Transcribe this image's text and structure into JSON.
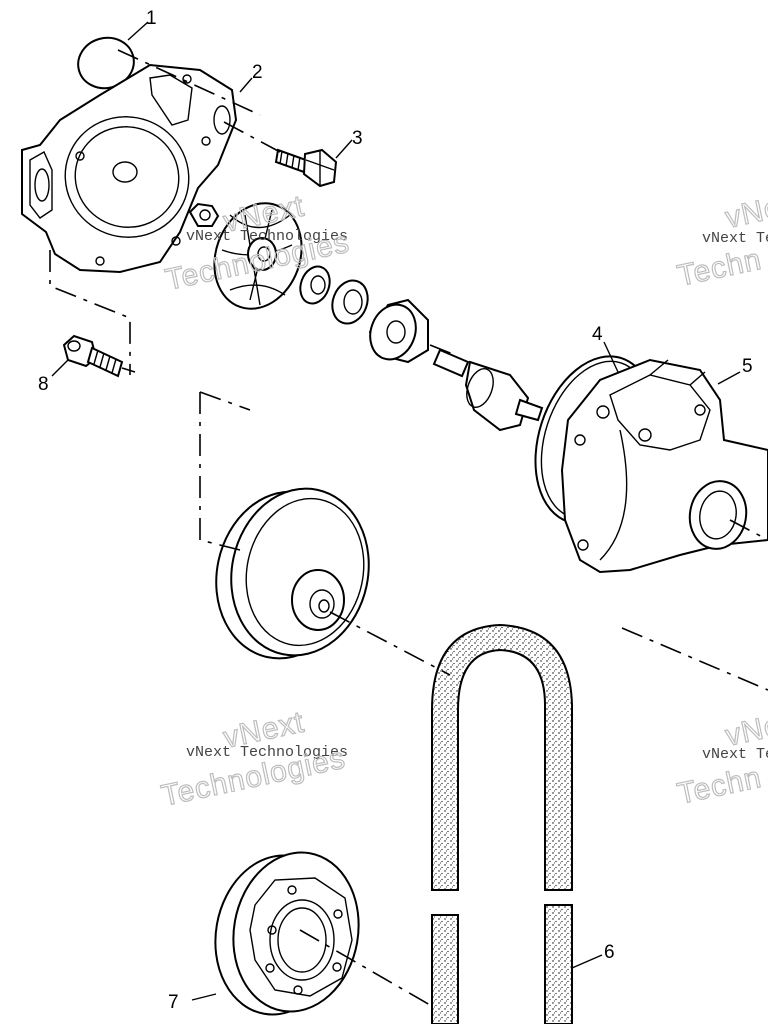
{
  "callouts": [
    {
      "id": "1",
      "part": "o-ring"
    },
    {
      "id": "2",
      "part": "water-pump-cover"
    },
    {
      "id": "3",
      "part": "bolt"
    },
    {
      "id": "4",
      "part": "o-ring-large"
    },
    {
      "id": "5",
      "part": "water-pump-housing"
    },
    {
      "id": "6",
      "part": "drive-belt"
    },
    {
      "id": "7",
      "part": "drive-pulley"
    },
    {
      "id": "8",
      "part": "bolt"
    }
  ],
  "watermark": {
    "line1": "vNext Technologies",
    "line2": "vNext",
    "line3": "Technologies",
    "line1_cut": "vNext Te",
    "line3_cut": "Techn"
  }
}
